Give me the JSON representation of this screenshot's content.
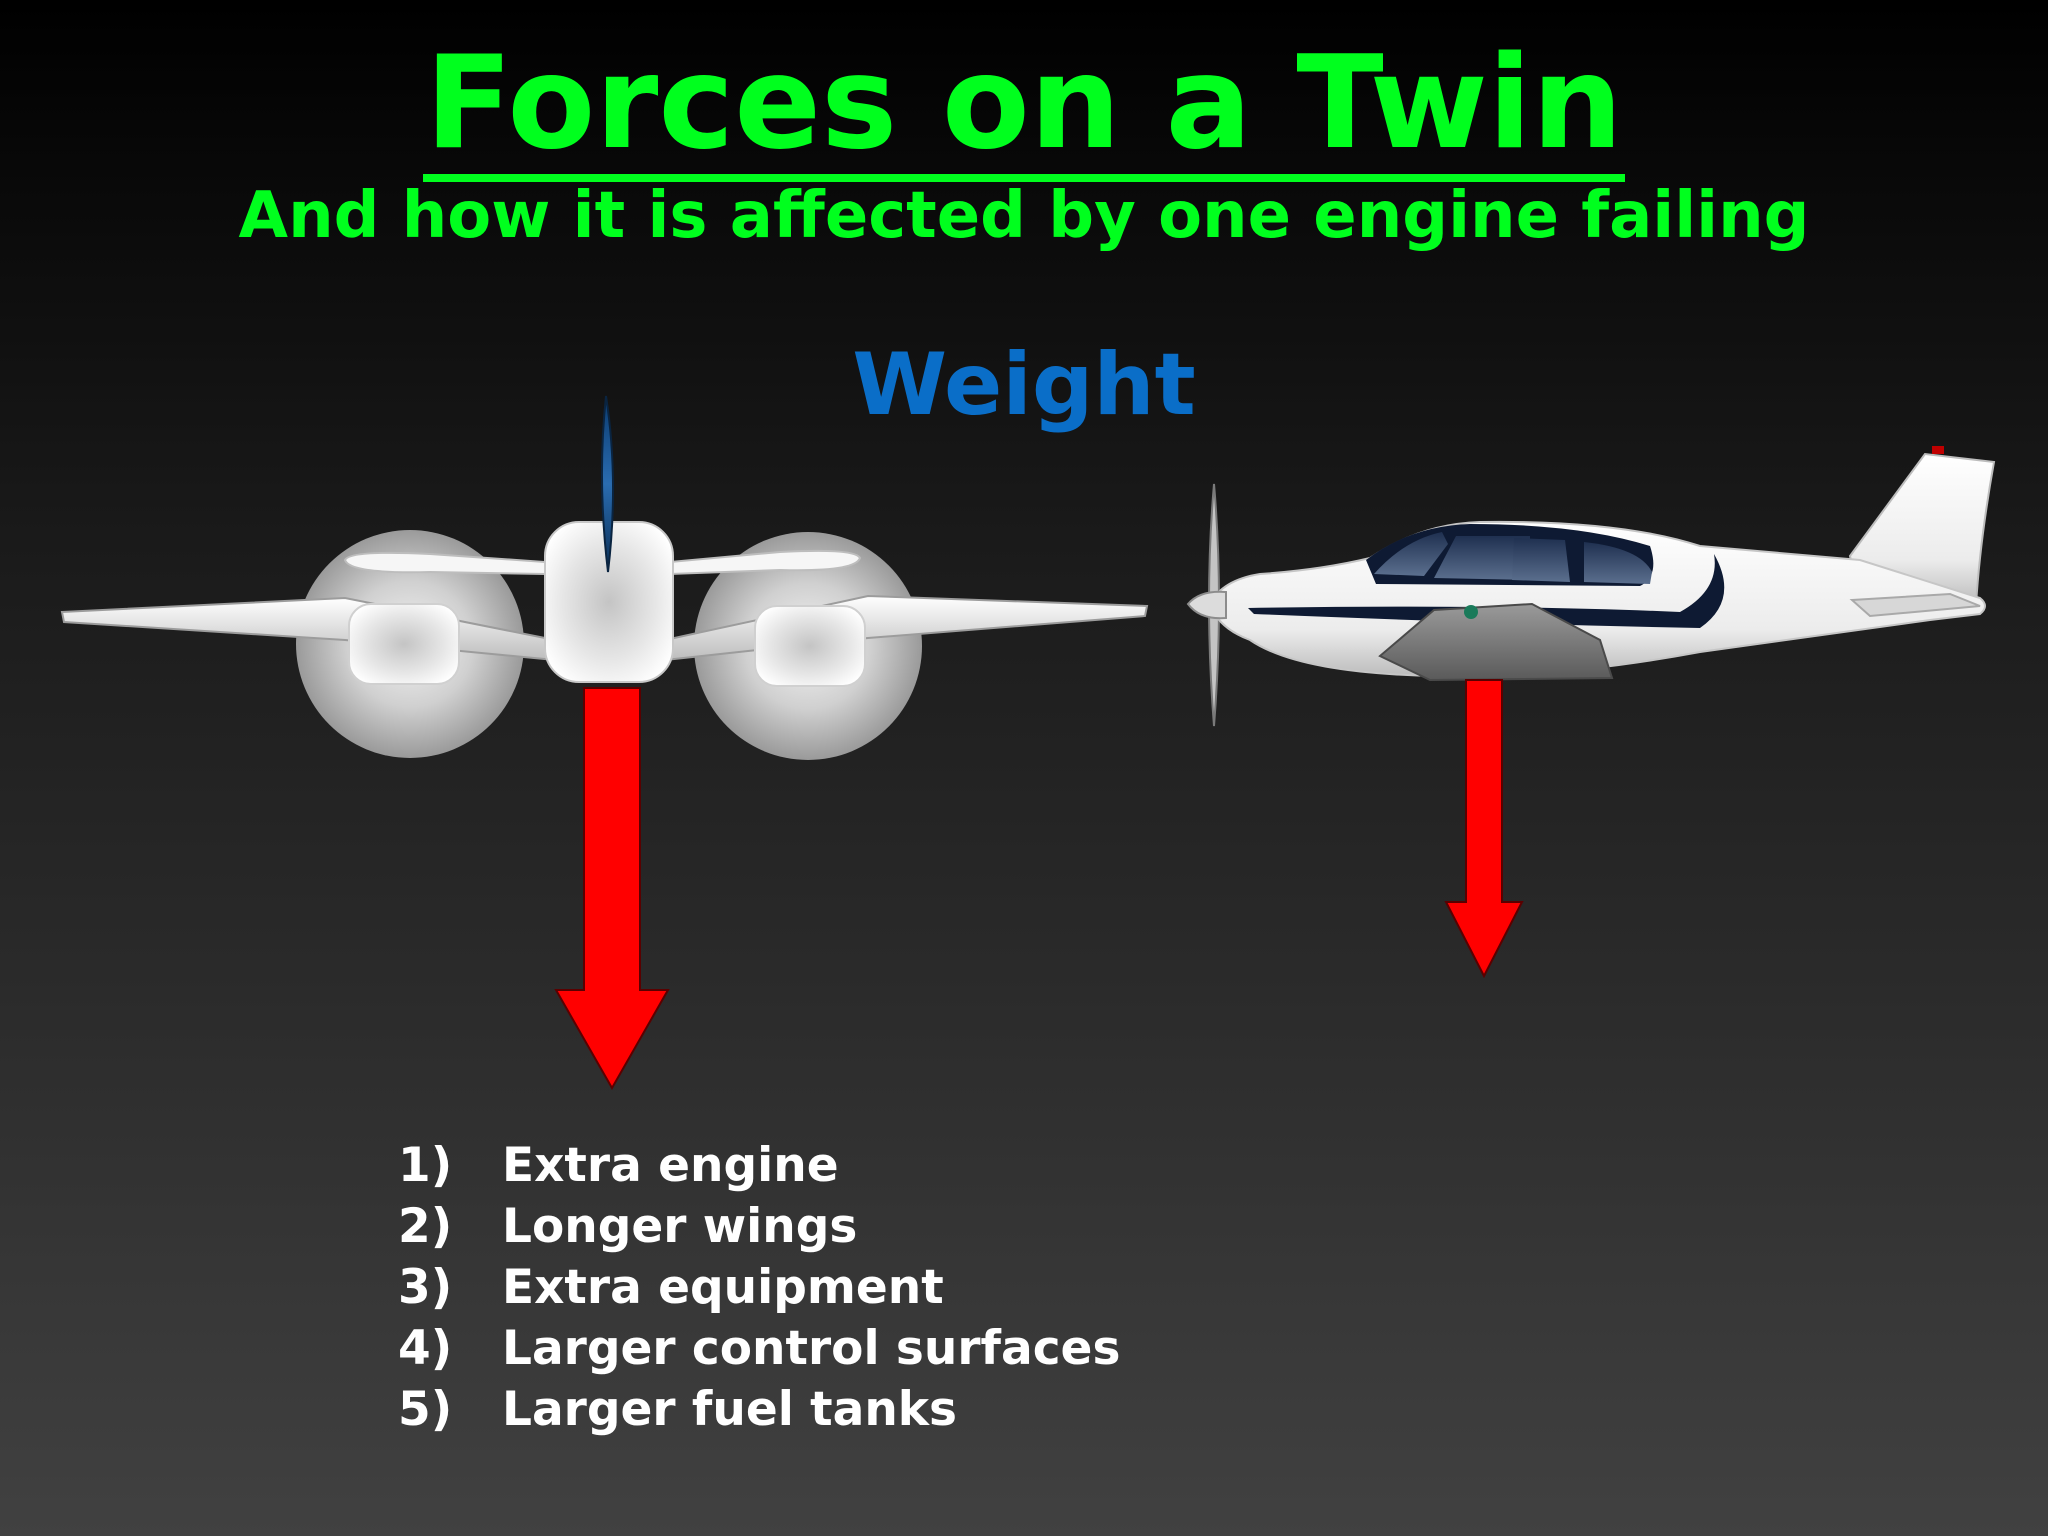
{
  "title": "Forces on a Twin",
  "subtitle": "And how it is affected by one engine failing",
  "force_label": "Weight",
  "colors": {
    "title": "#00ff1e",
    "force_label": "#0a6ec8",
    "weight_arrow": "#ff0000",
    "airframe": "#f2f2f2",
    "stripe": "#0e1a33"
  },
  "factors": [
    {
      "number": "1)",
      "text": "Extra engine"
    },
    {
      "number": "2)",
      "text": "Longer wings"
    },
    {
      "number": "3)",
      "text": "Extra equipment"
    },
    {
      "number": "4)",
      "text": "Larger control surfaces"
    },
    {
      "number": "5)",
      "text": "Larger fuel tanks"
    }
  ],
  "icons": {
    "front_view": "twin-airplane-front-view-icon",
    "side_view": "airplane-side-view-icon"
  }
}
